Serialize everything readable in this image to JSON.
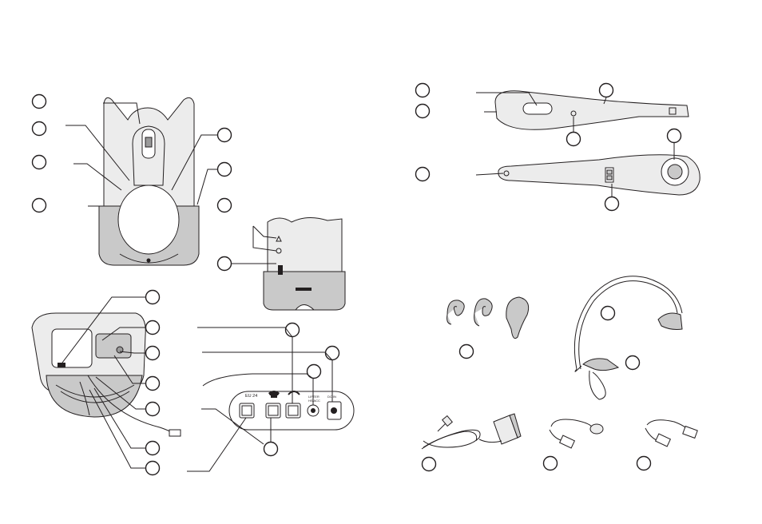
{
  "panel_labels": {
    "port_eu24": "EU 24",
    "port_lifter": "LIFTER\nHS ACC",
    "port_power": "DC IN"
  },
  "icons": {
    "phone_icon": "telephone-icon",
    "handset_icon": "handset-icon"
  },
  "colors": {
    "line": "#231f20",
    "light_fill": "#ececec",
    "mid_fill": "#c9c9c9",
    "dark_fill": "#9a9a9a"
  }
}
